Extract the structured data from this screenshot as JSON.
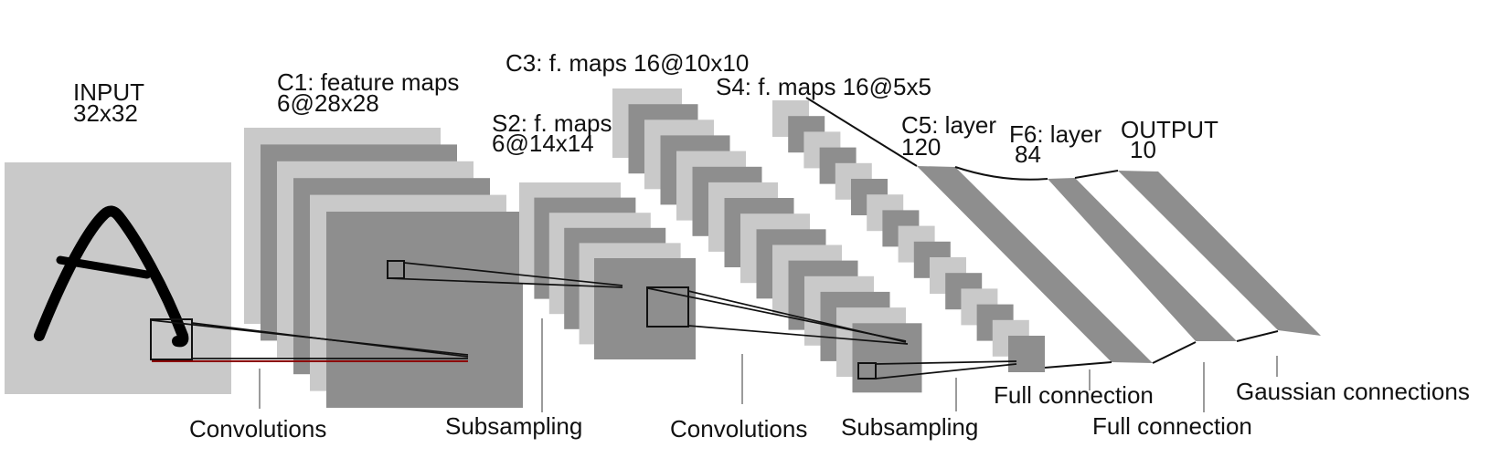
{
  "layers": {
    "input": {
      "line1": "INPUT",
      "line2": "32x32"
    },
    "c1": {
      "line1": "C1: feature maps",
      "line2": "6@28x28"
    },
    "s2": {
      "line1": "S2: f. maps",
      "line2": "6@14x14"
    },
    "c3": {
      "line1": "C3: f. maps 16@10x10"
    },
    "s4": {
      "line1": "S4: f. maps 16@5x5"
    },
    "c5": {
      "line1": "C5: layer",
      "line2": "120"
    },
    "f6": {
      "line1": "F6: layer",
      "line2": "84"
    },
    "output": {
      "line1": "OUTPUT",
      "line2": "10"
    }
  },
  "connections": {
    "conv1": "Convolutions",
    "sub1": "Subsampling",
    "conv2": "Convolutions",
    "sub2": "Subsampling",
    "full1": "Full connection",
    "full2": "Full connection",
    "gauss": "Gaussian connections"
  },
  "counts": {
    "c1_maps": 6,
    "s2_maps": 6,
    "c3_maps": 16,
    "s4_maps": 16
  },
  "colors": {
    "map_light": "#c9c9c9",
    "map_dark": "#8e8e8e",
    "input_plane": "#c9c9c9",
    "fc_bar": "#8e8e8e",
    "stroke": "#111111",
    "accent_red": "#8b0000",
    "tick_gray": "#9b9b9b",
    "text": "#111111",
    "background": "#ffffff",
    "digit_ink": "#000000"
  }
}
